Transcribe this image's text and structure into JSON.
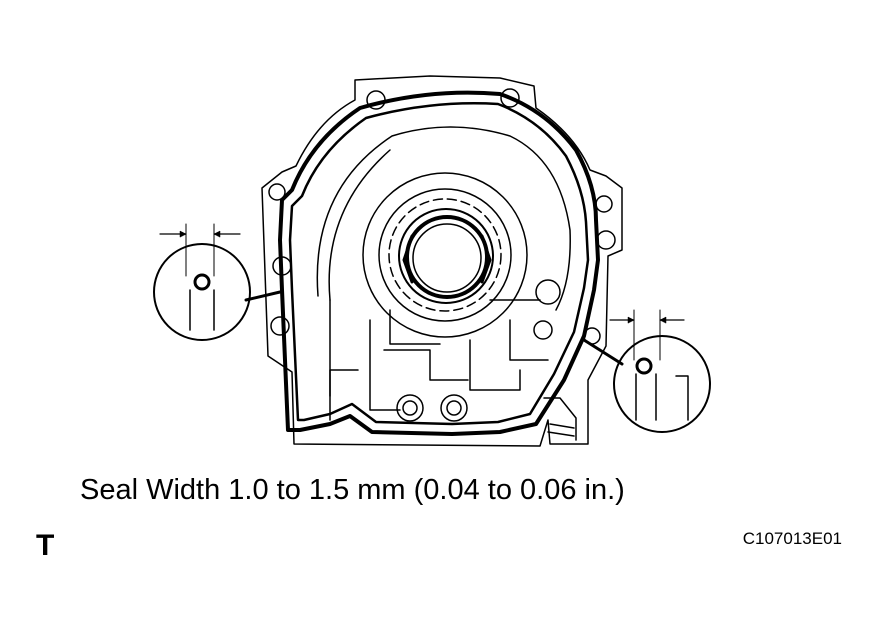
{
  "caption": "Seal Width 1.0 to 1.5 mm (0.04 to 0.06 in.)",
  "figure_code": "C107013E01",
  "marker": "T",
  "colors": {
    "ink": "#000000",
    "paper": "#ffffff"
  }
}
